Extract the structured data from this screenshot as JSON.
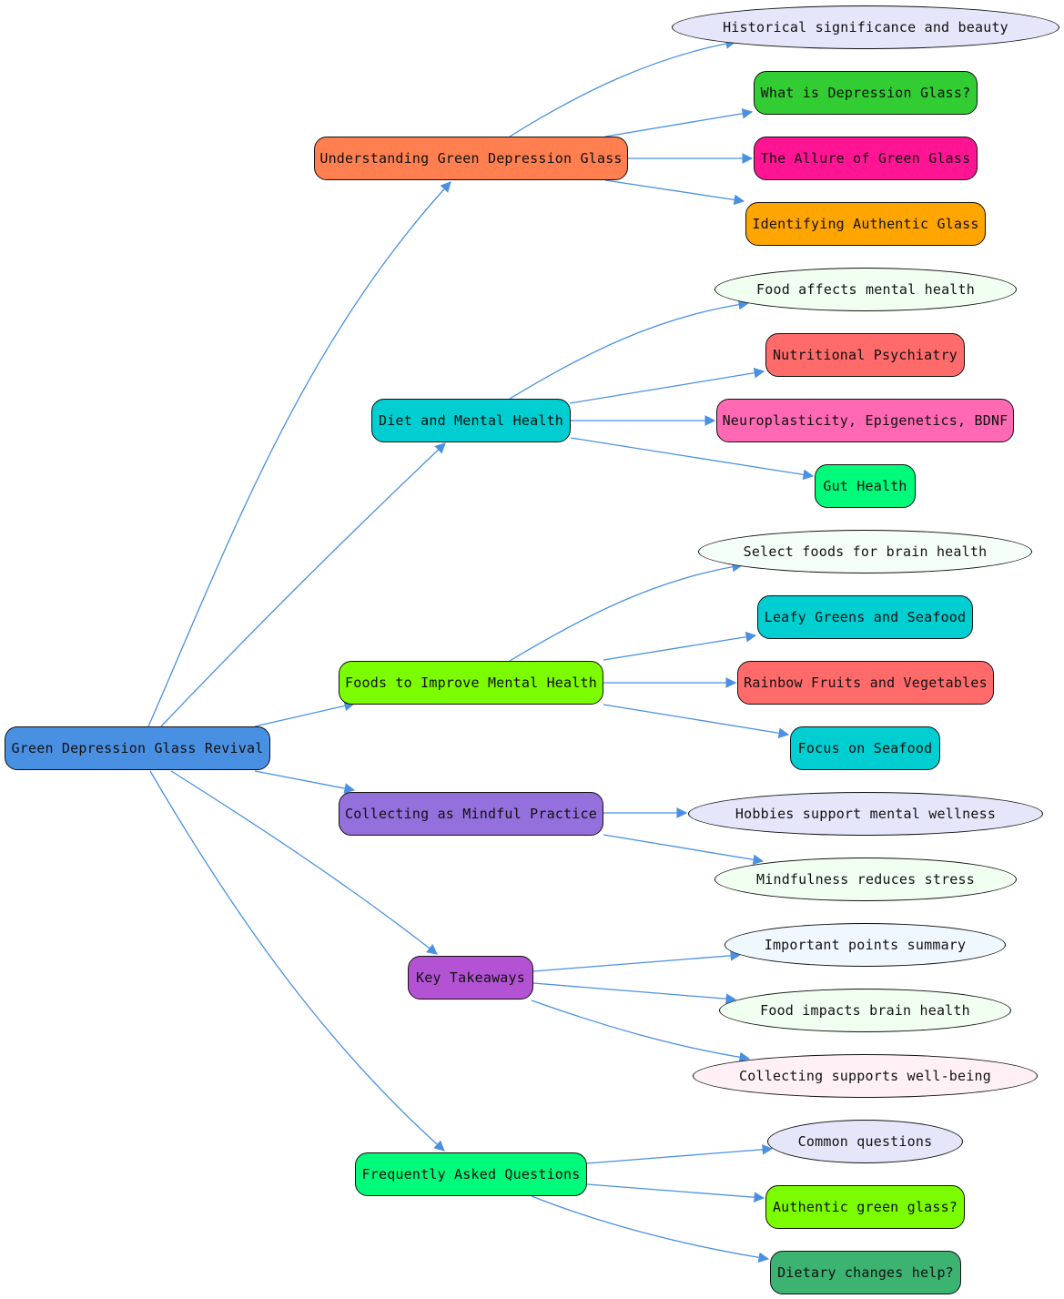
{
  "diagram": {
    "root": {
      "label": "Green Depression Glass Revival",
      "color": "#4a90e2"
    },
    "branches": [
      {
        "label": "Understanding Green Depression Glass",
        "color": "#ff7f50",
        "children": [
          {
            "label": "Historical significance and beauty",
            "shape": "ellipse",
            "color": "#e6e6fa"
          },
          {
            "label": "What is Depression Glass?",
            "shape": "box",
            "color": "#32cd32"
          },
          {
            "label": "The Allure of Green Glass",
            "shape": "box",
            "color": "#ff1493"
          },
          {
            "label": "Identifying Authentic Glass",
            "shape": "box",
            "color": "#ffa500"
          }
        ]
      },
      {
        "label": "Diet and Mental Health",
        "color": "#00ced1",
        "children": [
          {
            "label": "Food affects mental health",
            "shape": "ellipse",
            "color": "#f0fff0"
          },
          {
            "label": "Nutritional Psychiatry",
            "shape": "box",
            "color": "#ff6b6b"
          },
          {
            "label": "Neuroplasticity, Epigenetics, BDNF",
            "shape": "box",
            "color": "#ff69b4"
          },
          {
            "label": "Gut Health",
            "shape": "box",
            "color": "#00fa7a"
          }
        ]
      },
      {
        "label": "Foods to Improve Mental Health",
        "color": "#7cfc00",
        "children": [
          {
            "label": "Select foods for brain health",
            "shape": "ellipse",
            "color": "#f5fffa"
          },
          {
            "label": "Leafy Greens and Seafood",
            "shape": "box",
            "color": "#00ced1"
          },
          {
            "label": "Rainbow Fruits and Vegetables",
            "shape": "box",
            "color": "#ff6b6b"
          },
          {
            "label": "Focus on Seafood",
            "shape": "box",
            "color": "#00ced1"
          }
        ]
      },
      {
        "label": "Collecting as Mindful Practice",
        "color": "#9370db",
        "children": [
          {
            "label": "Hobbies support mental wellness",
            "shape": "ellipse",
            "color": "#e6e6fa"
          },
          {
            "label": "Mindfulness reduces stress",
            "shape": "ellipse",
            "color": "#f0fff0"
          }
        ]
      },
      {
        "label": "Key Takeaways",
        "color": "#b452d4",
        "children": [
          {
            "label": "Important points summary",
            "shape": "ellipse",
            "color": "#f0f8ff"
          },
          {
            "label": "Food impacts brain health",
            "shape": "ellipse",
            "color": "#f0fff0"
          },
          {
            "label": "Collecting supports well-being",
            "shape": "ellipse",
            "color": "#fff0f5"
          }
        ]
      },
      {
        "label": "Frequently Asked Questions",
        "color": "#00fa7a",
        "children": [
          {
            "label": "Common questions",
            "shape": "ellipse",
            "color": "#e6e6fa"
          },
          {
            "label": "Authentic green glass?",
            "shape": "box",
            "color": "#7cfc00"
          },
          {
            "label": "Dietary changes help?",
            "shape": "box",
            "color": "#3cb371"
          }
        ]
      }
    ],
    "edge_color": "#4a90e2"
  }
}
